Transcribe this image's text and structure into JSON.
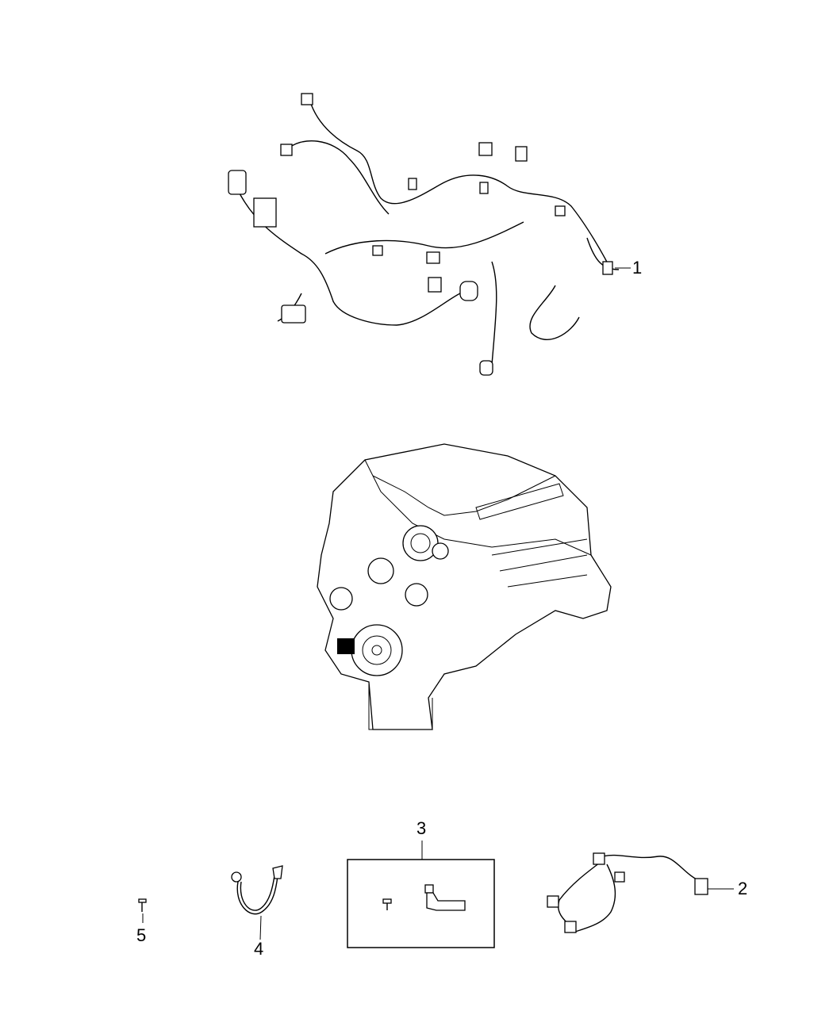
{
  "callouts": [
    {
      "id": "1",
      "part": "wiring-harness-engine"
    },
    {
      "id": "2",
      "part": "wiring-harness-small"
    },
    {
      "id": "3",
      "part": "sensor-kit"
    },
    {
      "id": "4",
      "part": "ground-strap"
    },
    {
      "id": "5",
      "part": "fastener"
    }
  ],
  "colors": {
    "line": "#000000",
    "background": "#ffffff"
  }
}
